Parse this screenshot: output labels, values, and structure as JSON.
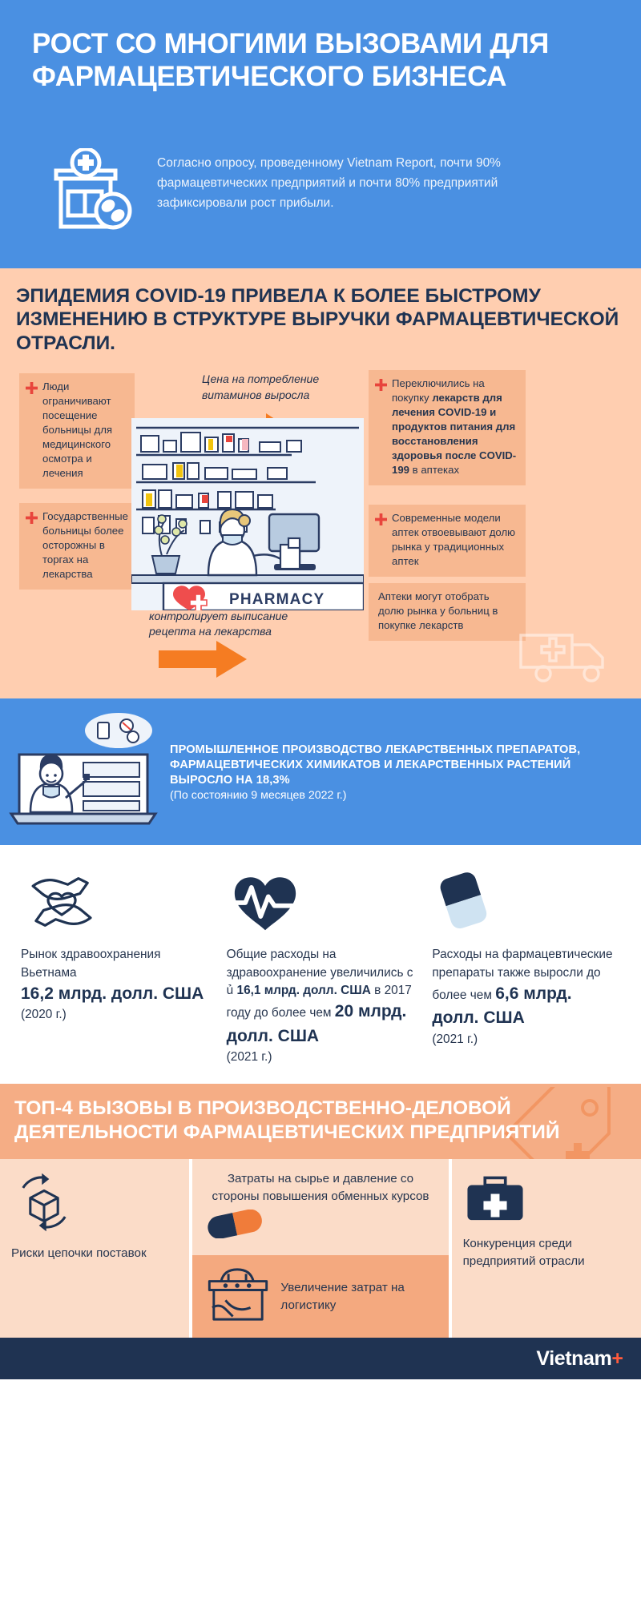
{
  "hero": {
    "title": "РОСТ СО МНОГИМИ ВЫЗОВАМИ ДЛЯ ФАРМАЦЕВТИЧЕСКОГО БИЗНЕСА",
    "icon": "pharmacy-store-icon",
    "intro": "Согласно опросу, проведенному Vietnam Report, почти 90% фармацевтических предприятий и почти 80% предприятий зафиксировали рост прибыли."
  },
  "covid": {
    "heading": "ЭПИДЕМИЯ COVID-19 ПРИВЕЛА К БОЛЕЕ БЫСТРОМУ ИЗМЕНЕНИЮ В СТРУКТУРЕ ВЫРУЧКИ ФАРМАЦЕВТИЧЕСКОЙ ОТРАСЛИ.",
    "box_left_1": "Люди ограничивают посещение больницы для медицинского осмотра и лечения",
    "box_left_2": "Государственные больницы более осторожны в торгах на лекарства",
    "box_right_1_lead": "Переключились на покупку ",
    "box_right_1_bold": "лекарств для лечения COVID-19 и продуктов питания для восстановления здоровья после COVID-199",
    "box_right_1_tail": " в аптеках",
    "box_right_2": "Современные модели аптек отвоевывают долю рынка у традиционных аптек",
    "box_right_3": "Аптеки могут отобрать долю рынка у больниц в покупке лекарств",
    "caption_1": "Цена на потребление витаминов выросла",
    "caption_2": "Правительство строго контролирует выписание рецепта на лекарства",
    "pharmacy_sign": "PHARMACY",
    "marker_icon": "red-cross-icon",
    "arrow_icon": "right-arrow-icon",
    "truck_icon": "ambulance-truck-icon"
  },
  "production": {
    "heading": "ПРОМЫШЛЕННОЕ ПРОИЗВОДСТВО ЛЕКАРСТВЕННЫХ ПРЕПАРАТОВ, ФАРМАЦЕВТИЧЕСКИХ ХИМИКАТОВ И ЛЕКАРСТВЕННЫХ РАСТЕНИЙ ВЫРОСЛО НА 18,3%",
    "subnote": "(По состоянию 9 месяцев 2022 г.)",
    "icon": "doctor-laptop-icon"
  },
  "stats": [
    {
      "icon": "hands-heart-icon",
      "line1": "Рынок здравоохранения Вьетнама",
      "value": "16,2 млрд. долл. США",
      "year": "(2020 г.)"
    },
    {
      "icon": "heart-pulse-icon",
      "pre": "Общие расходы на здравоохранение увеличились с ủ ",
      "v1": "16,1 млрд. долл. США",
      "mid": " в 2017 году до более чем ",
      "v2": "20 млрд. долл. США",
      "year": "(2021 г.)"
    },
    {
      "icon": "capsule-pill-icon",
      "pre": "Расходы на фармацевтические препараты также выросли до более чем ",
      "value": "6,6 млрд. долл. США",
      "year": "(2021 г.)"
    }
  ],
  "top4": {
    "heading": "ТОП-4 ВЫЗОВЫ В ПРОИЗВОДСТВЕННО-ДЕЛОВОЙ ДЕЯТЕЛЬНОСТИ ФАРМАЦЕВТИЧЕСКИХ ПРЕДПРИЯТИЙ",
    "deco_icon": "price-tag-icon"
  },
  "challenges": [
    {
      "icon": "supply-chain-box-icon",
      "label": "Риски цепочки поставок"
    },
    {
      "icon": "capsule-icon",
      "label": "Затраты на сырье и давление со стороны повышения обменных курсов"
    },
    {
      "icon": "logistics-hand-icon",
      "label": "Увеличение затрат на логистику"
    },
    {
      "icon": "medical-case-icon",
      "label": "Конкуренция среди предприятий отрасли"
    }
  ],
  "footer": {
    "brand": "Vietnam",
    "brand_mark": "+"
  },
  "colors": {
    "blue": "#4a90e2",
    "peach": "#ffceb0",
    "peach_dark": "#f7b891",
    "orange": "#f57c22",
    "navy": "#1f3352",
    "red": "#e8453c"
  }
}
